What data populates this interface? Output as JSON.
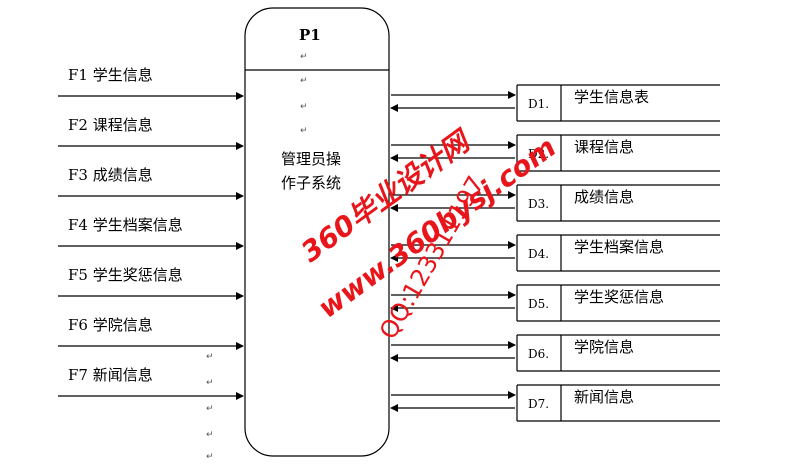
{
  "process": {
    "id": "P1",
    "name_line1": "管理员操",
    "name_line2": "作子系统"
  },
  "inputs": [
    {
      "code": "F1",
      "label": "学生信息"
    },
    {
      "code": "F2",
      "label": "课程信息"
    },
    {
      "code": "F3",
      "label": "成绩信息"
    },
    {
      "code": "F4",
      "label": "学生档案信息"
    },
    {
      "code": "F5",
      "label": "学生奖惩信息"
    },
    {
      "code": "F6",
      "label": "学院信息"
    },
    {
      "code": "F7",
      "label": "新闻信息"
    }
  ],
  "stores": [
    {
      "code": "D1",
      "label": "学生信息表"
    },
    {
      "code": "D2",
      "label": "课程信息"
    },
    {
      "code": "D3",
      "label": "成绩信息"
    },
    {
      "code": "D4",
      "label": "学生档案信息"
    },
    {
      "code": "D5",
      "label": "学生奖惩信息"
    },
    {
      "code": "D6",
      "label": "学院信息"
    },
    {
      "code": "D7",
      "label": "新闻信息"
    }
  ],
  "watermark": {
    "site_cn": "360毕业设计网",
    "url": "www.360bysj.com",
    "qq": "QQ:123311197",
    "color": "#e8151b"
  }
}
